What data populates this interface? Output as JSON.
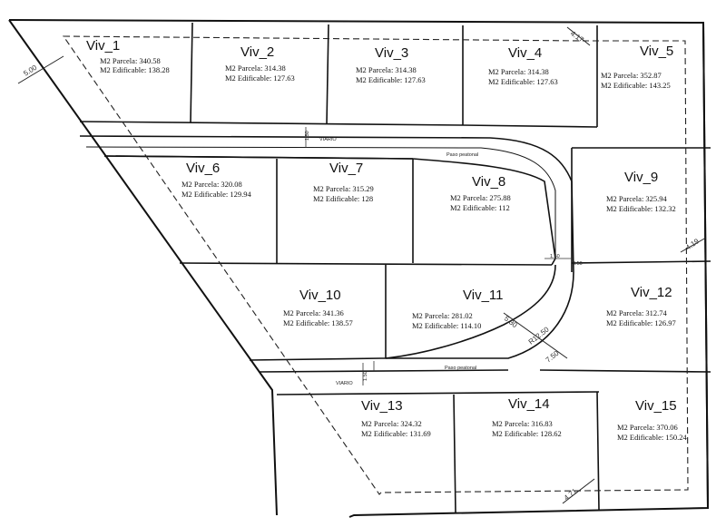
{
  "lots": [
    {
      "name": "Viv_1",
      "parcela": "M2 Parcela: 340.58",
      "edificable": "M2 Edificable: 138.28"
    },
    {
      "name": "Viv_2",
      "parcela": "M2 Parcela: 314.38",
      "edificable": "M2 Edificable: 127.63"
    },
    {
      "name": "Viv_3",
      "parcela": "M2 Parcela: 314.38",
      "edificable": "M2 Edificable: 127.63"
    },
    {
      "name": "Viv_4",
      "parcela": "M2 Parcela: 314.38",
      "edificable": "M2 Edificable: 127.63"
    },
    {
      "name": "Viv_5",
      "parcela": "M2 Parcela: 352.87",
      "edificable": "M2 Edificable: 143.25"
    },
    {
      "name": "Viv_6",
      "parcela": "M2 Parcela: 320.08",
      "edificable": "M2 Edificable: 129.94"
    },
    {
      "name": "Viv_7",
      "parcela": "M2 Parcela: 315.29",
      "edificable": "M2 Edificable: 128"
    },
    {
      "name": "Viv_8",
      "parcela": "M2 Parcela: 275.88",
      "edificable": "M2 Edificable: 112"
    },
    {
      "name": "Viv_9",
      "parcela": "M2 Parcela: 325.94",
      "edificable": "M2 Edificable: 132.32"
    },
    {
      "name": "Viv_10",
      "parcela": "M2 Parcela: 341.36",
      "edificable": "M2 Edificable: 138.57"
    },
    {
      "name": "Viv_11",
      "parcela": "M2 Parcela: 281.02",
      "edificable": "M2 Edificable: 114.10"
    },
    {
      "name": "Viv_12",
      "parcela": "M2 Parcela: 312.74",
      "edificable": "M2 Edificable: 126.97"
    },
    {
      "name": "Viv_13",
      "parcela": "M2 Parcela: 324.32",
      "edificable": "M2 Edificable: 131.69"
    },
    {
      "name": "Viv_14",
      "parcela": "M2 Parcela: 316.83",
      "edificable": "M2 Edificable: 128.62"
    },
    {
      "name": "Viv_15",
      "parcela": "M2 Parcela: 370.06",
      "edificable": "M2 Edificable: 150.24"
    }
  ],
  "labels": {
    "viario_top": "VIARIO",
    "viario_bottom": "VIARIO",
    "paso_top": "Paso peatonal",
    "paso_bottom": "Paso peatonal",
    "dim_500": "5.00",
    "dim_417": "4.17",
    "dim_419": "4.19",
    "dim_471": "4.71",
    "dim_r1250": "R12.50",
    "dim_750": "7.50",
    "dim_530": "5.30",
    "dim_350": "3.50",
    "dim_150a": "1.50",
    "dim_150b": "1.50",
    "dim_150c": "1.50"
  }
}
